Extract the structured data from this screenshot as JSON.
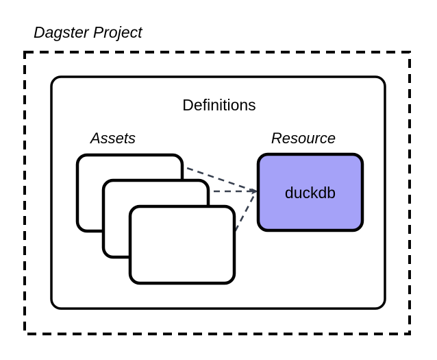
{
  "diagram": {
    "type": "architecture-block-diagram",
    "background_color": "#ffffff",
    "title": "Dagster Project",
    "outer_container": {
      "label": "Dagster Project",
      "border_style": "dashed",
      "border_color": "#000000",
      "fill": "#ffffff"
    },
    "inner_container": {
      "label": "Definitions",
      "border_style": "solid",
      "border_color": "#000000",
      "fill": "#ffffff"
    },
    "sections": [
      {
        "label": "Assets",
        "kind": "stacked-cards",
        "card_count": 3,
        "card_fill": "#ffffff",
        "card_border_color": "#000000"
      },
      {
        "label": "Resource",
        "kind": "single-node",
        "node_label": "duckdb",
        "node_fill": "#a5a2f8",
        "node_border_color": "#000000"
      }
    ],
    "nodes": [
      {
        "id": "asset-card-1",
        "label": ""
      },
      {
        "id": "asset-card-2",
        "label": ""
      },
      {
        "id": "asset-card-3",
        "label": ""
      },
      {
        "id": "duckdb",
        "label": "duckdb"
      }
    ],
    "edges": [
      {
        "from": "asset-card-1",
        "to": "duckdb",
        "style": "dashed",
        "color": "#38404f",
        "arrow": true
      },
      {
        "from": "asset-card-2",
        "to": "duckdb",
        "style": "dashed",
        "color": "#38404f",
        "arrow": true
      },
      {
        "from": "asset-card-3",
        "to": "duckdb",
        "style": "dashed",
        "color": "#38404f",
        "arrow": true
      }
    ],
    "colors": {
      "stroke": "#000000",
      "resource_purple": "#a5a2f8",
      "edge_navy": "#38404f",
      "canvas": "#ffffff"
    }
  }
}
